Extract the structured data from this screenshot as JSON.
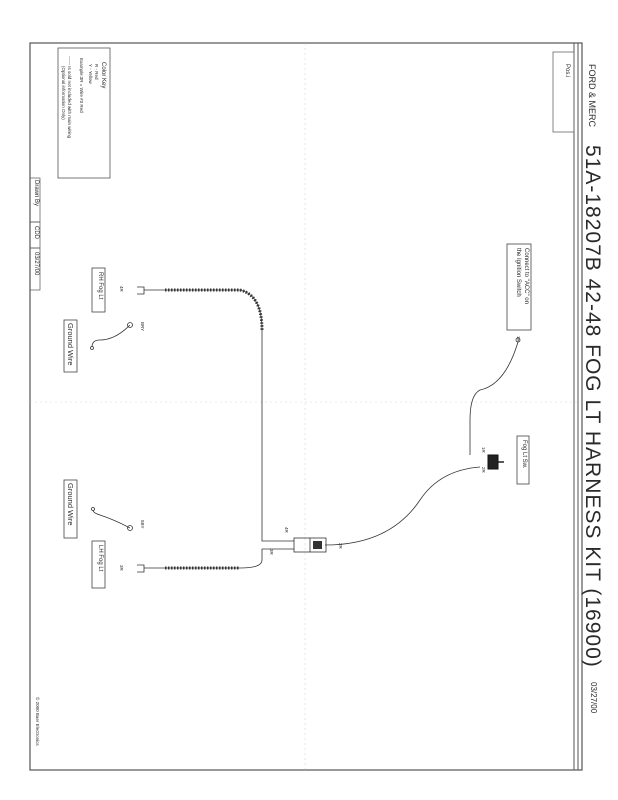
{
  "header": {
    "make": "FORD & MERC",
    "page": "Pos.i",
    "title": "51A-18207B  42-48 FOG LT HARNESS KIT  (16900)",
    "date": "03/27/00"
  },
  "legend": {
    "title": "Color Key",
    "entries": [
      "R - Red",
      "Y - Yellow"
    ],
    "example": "Example:3R = Wire #3 Red",
    "note_line1": "------ Is sold not included with main wiring",
    "note_line2": "(Optional information Only)"
  },
  "title_block": {
    "drawn_by_label": "Drawn By",
    "drawn_by": "CDD",
    "date": "03/27/00"
  },
  "labels": {
    "connect_line1": "Connect to \"ACC\" on",
    "connect_line2": "the Ignition Switch",
    "switch": "Fog Lt Sw.",
    "rh_fog": "RH Fog Lt",
    "lh_fog": "LH Fog Lt",
    "ground_top": "Ground Wire",
    "ground_bottom": "Ground Wire",
    "copyright": "© 2000 Baer Electronics"
  },
  "wires": {
    "w1r_acc": "1R",
    "w1r_sw": "1R",
    "w2r_sw": "2R",
    "w2r_splice": "2R",
    "w3r_splice": "3R",
    "w4r_splice": "4R",
    "w4r_rh": "4R",
    "w3r_lh": "3R",
    "bk_top": "BRY",
    "bk_bottom": "5BY"
  },
  "colors": {
    "ink": "#2a2a2a",
    "paper": "#ffffff"
  }
}
